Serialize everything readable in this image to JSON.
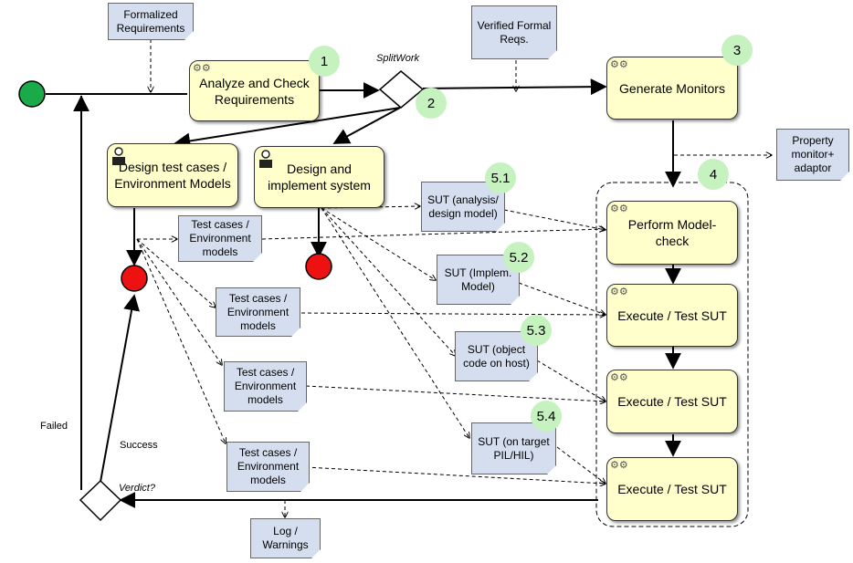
{
  "actions": {
    "analyze": "Analyze and Check Requirements",
    "generate": "Generate Monitors",
    "design_tests": "Design test cases / Environment Models",
    "design_impl": "Design and implement system",
    "model_check": "Perform Model-check",
    "execute_1": "Execute / Test SUT",
    "execute_2": "Execute / Test SUT",
    "execute_3": "Execute / Test SUT"
  },
  "documents": {
    "formal_req": "Formalized Requirements",
    "verified_req": "Verified Formal Reqs.",
    "property_monitor": "Property monitor+ adaptor",
    "sut_design": "SUT (analysis/ design model)",
    "sut_impl": "SUT (Implem. Model)",
    "sut_host": "SUT (object code on host)",
    "sut_target": "SUT (on target PIL/HIL)",
    "tc1": "Test cases / Environment models",
    "tc2": "Test cases / Environment models",
    "tc3": "Test cases / Environment models",
    "tc4": "Test cases / Environment models",
    "log": "Log / Warnings"
  },
  "badges": {
    "b1": "1",
    "b2": "2",
    "b3": "3",
    "b4": "4",
    "b51": "5.1",
    "b52": "5.2",
    "b53": "5.3",
    "b54": "5.4"
  },
  "labels": {
    "splitwork": "SplitWork",
    "verdict": "Verdict?",
    "failed": "Failed",
    "success": "Success"
  },
  "colors": {
    "start_node": "#1aaa4a",
    "end_node": "#ee1111",
    "action_fill": "#ffffcc",
    "document_fill": "#d4deef",
    "badge_fill": "#c6f2c0"
  }
}
